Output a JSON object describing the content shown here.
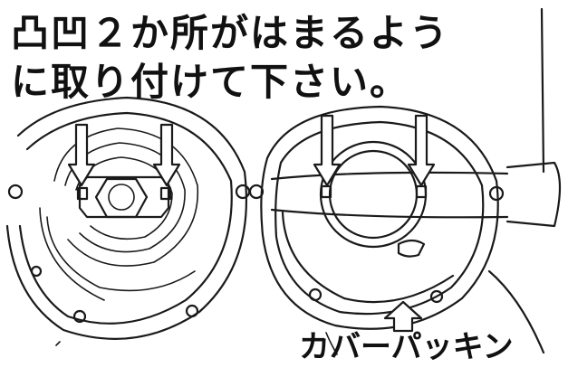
{
  "instructions": {
    "line1": "凸凹２か所がはまるよう",
    "line2": "に取り付けて下さい。"
  },
  "caption": "カバーパッキン",
  "colors": {
    "ink": "#1a1a1a",
    "background": "#ffffff"
  },
  "icons": [
    "down-arrow-icon",
    "up-arrow-icon"
  ]
}
